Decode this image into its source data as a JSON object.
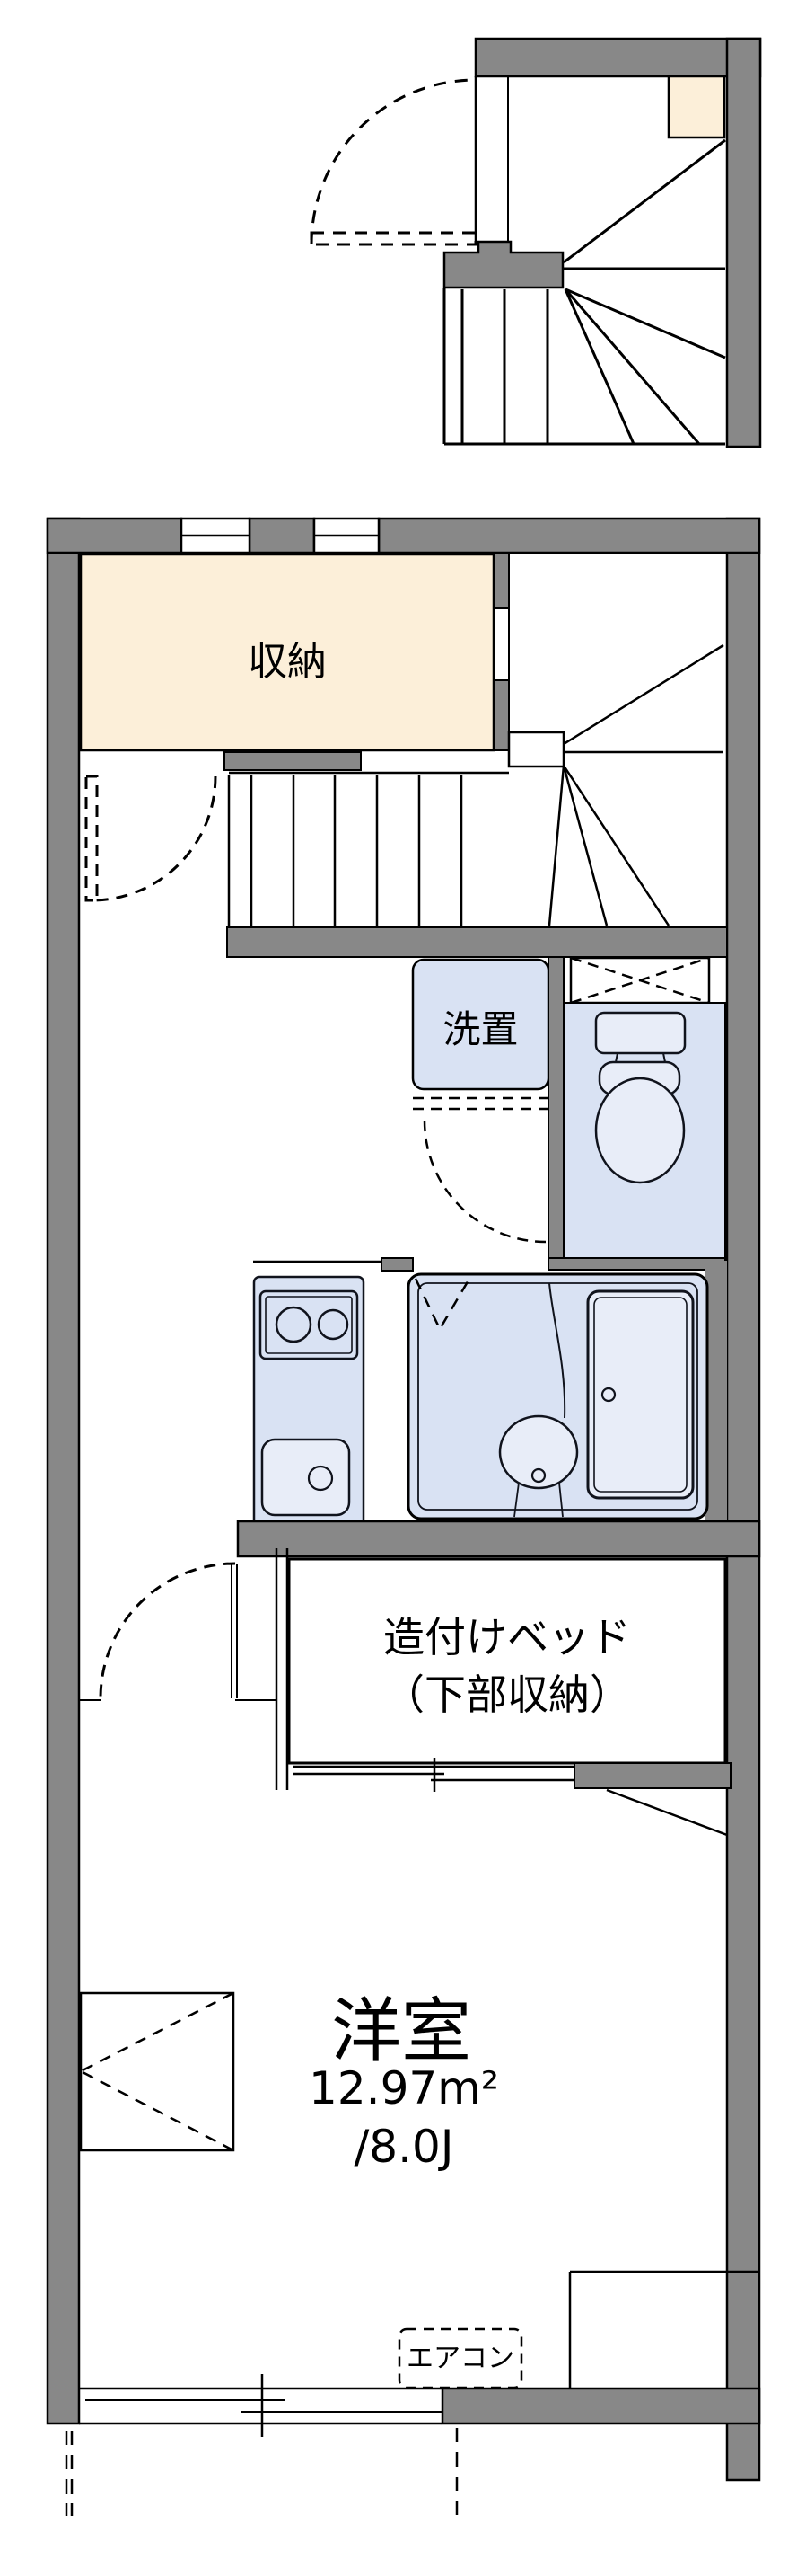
{
  "floor_plan": {
    "type": "japanese-apartment-floorplan",
    "second_floor_hall": {
      "description": "stair hall with entrance door swing and winder staircase",
      "cabinet_fill": "#fcefd9"
    },
    "storage_room": {
      "label": "収納"
    },
    "washer_space": {
      "label": "洗置"
    },
    "built_in_bed": {
      "label_line1": "造付けベッド",
      "label_line2": "（下部収納）"
    },
    "western_room": {
      "label": "洋室",
      "area_sqm": "12.97m²",
      "area_tatami": "/8.0J"
    },
    "air_conditioner": {
      "label": "エアコン"
    },
    "colors": {
      "wall_gray": "#888888",
      "room_cream": "#fcefd9",
      "wet_area_blue": "#d9e2f3",
      "fixture_fill": "#e8edf8",
      "line_black": "#000000"
    }
  }
}
